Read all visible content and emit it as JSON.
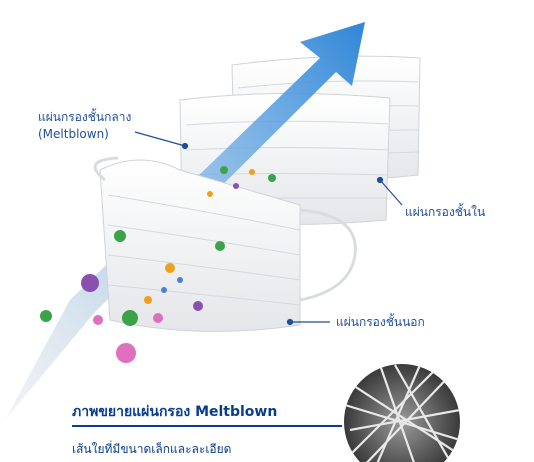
{
  "labels": {
    "middle_layer": "แผ่นกรองชั้นกลาง",
    "middle_layer_note": "(Meltblown)",
    "inner_layer": "แผ่นกรองชั้นใน",
    "outer_layer": "แผ่นกรองชั้นนอก"
  },
  "magnify": {
    "heading": "ภาพขยายแผ่นกรอง Meltblown",
    "description": "เส้นใยที่มีขนาดเล็กและละเอียด"
  },
  "colors": {
    "text_blue": "#1f4e9a",
    "heading_blue": "#0b3d8f",
    "arrow_blue": "#3f8ed6",
    "mask_white": "#ffffff",
    "germ_green": "#3aa34a",
    "germ_purple": "#8a4fb0",
    "germ_pink": "#e06fc0",
    "particle_orange": "#f0a020"
  },
  "icons": [
    "germ-icon",
    "particle-icon",
    "airflow-arrow-icon",
    "fiber-magnified-icon"
  ]
}
